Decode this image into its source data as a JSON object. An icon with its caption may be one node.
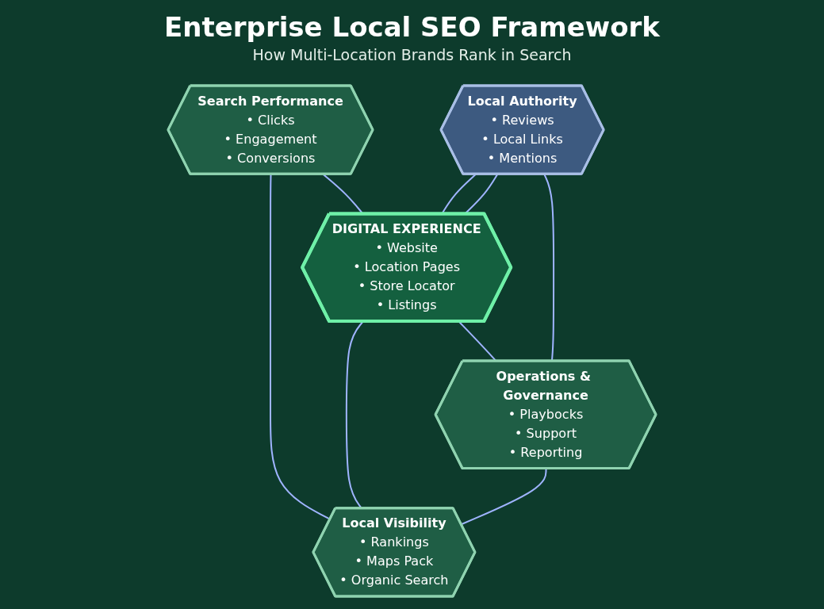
{
  "diagram": {
    "title": "Enterprise Local SEO Framework",
    "nodes": [
      {
        "text": [
          "Search Performance",
          "• Clicks",
          "• Engagement",
          "• Conversions"
        ]
      },
      {
        "text": [
          "Local Authority",
          "• Reviews",
          "• Local Links",
          "• Mentions"
        ]
      },
      {
        "text": [
          "DIGITAL EXPERIENCE",
          "• Website",
          "• Location Pages",
          "• Store Locator",
          "• Listings"
        ]
      },
      {
        "text": [
          "Local Visibility",
          "• Rankings",
          "• Maps Pack",
          "• Organic Search"
        ]
      },
      {
        "text": [
          "Operations & Governance",
          "• Playbocks",
          "• Support",
          "• Reporting"
        ]
      }
    ],
    "edges": [
      {
        "from": 0,
        "to": 2,
        "arrow": "none"
      },
      {
        "from": 0,
        "to": 3,
        "arrow": "none"
      },
      {
        "from": 1,
        "to": 2,
        "arrow": "none"
      },
      {
        "from": 1,
        "to": 2,
        "arrow": "none"
      },
      {
        "from": 2,
        "to": 3,
        "arrow": "none"
      },
      {
        "from": 2,
        "to": 4,
        "arrow": "none"
      },
      {
        "from": 1,
        "to": 4,
        "arrow": "none"
      },
      {
        "from": 4,
        "to": 3,
        "arrow": "none"
      }
    ],
    "labels": [
      "How Multi-Location Brands Rank in Search"
    ]
  }
}
